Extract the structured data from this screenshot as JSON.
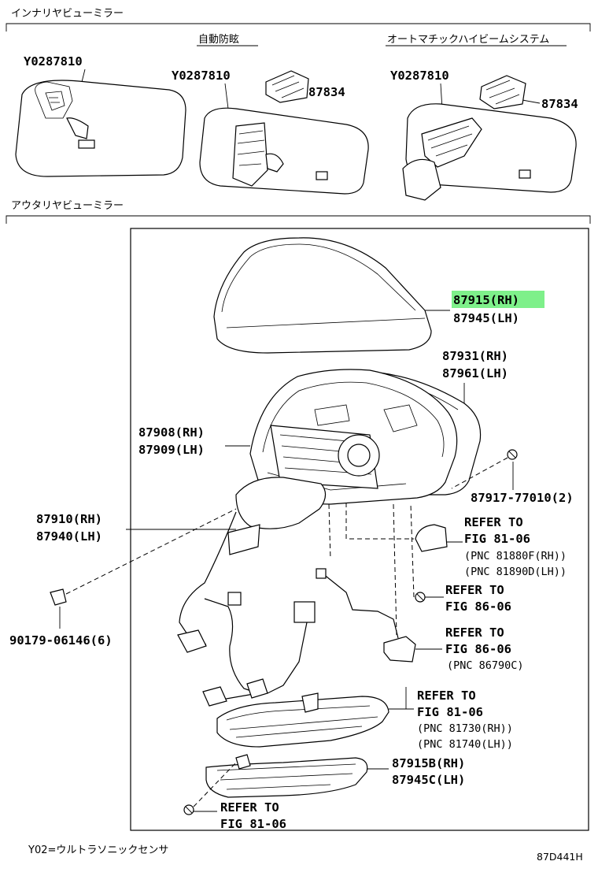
{
  "section_inner": {
    "title": "インナリヤビューミラー"
  },
  "section_outer": {
    "title": "アウタリヤビューミラー"
  },
  "inner_mirrors": [
    {
      "heading": "",
      "part_no": "Y0287810",
      "sub_part": ""
    },
    {
      "heading": "自動防眩",
      "part_no": "Y0287810",
      "sub_part": "87834"
    },
    {
      "heading": "オートマチックハイビームシステム",
      "part_no": "Y0287810",
      "sub_part": "87834"
    }
  ],
  "outer_labels": {
    "cover_rh": "87915(RH)",
    "cover_lh": "87945(LH)",
    "housing_rh": "87931(RH)",
    "housing_lh": "87961(LH)",
    "body_rh": "87908(RH)",
    "body_lh": "87909(LH)",
    "screw": "87917-77010(2)",
    "mirror_rh": "87910(RH)",
    "mirror_lh": "87940(LH)",
    "clip": "90179-06146(6)",
    "lamp_rh": "87915B(RH)",
    "lamp_lh": "87945C(LH)"
  },
  "refs": [
    {
      "line1": "REFER TO",
      "line2": "FIG 81-06",
      "pnc": [
        "(PNC 81880F(RH))",
        "(PNC 81890D(LH))"
      ]
    },
    {
      "line1": "REFER TO",
      "line2": "FIG 86-06",
      "pnc": []
    },
    {
      "line1": "REFER TO",
      "line2": "FIG 86-06",
      "pnc": [
        "(PNC 86790C)"
      ]
    },
    {
      "line1": "REFER TO",
      "line2": "FIG 81-06",
      "pnc": [
        "(PNC 81730(RH))",
        "(PNC 81740(LH))"
      ]
    },
    {
      "line1": "REFER TO",
      "line2": "FIG 81-06",
      "pnc": []
    }
  ],
  "footnote": "Y02=ウルトラソニックセンサ",
  "figure_code": "87D441H",
  "highlight_color": "#7ef08a"
}
